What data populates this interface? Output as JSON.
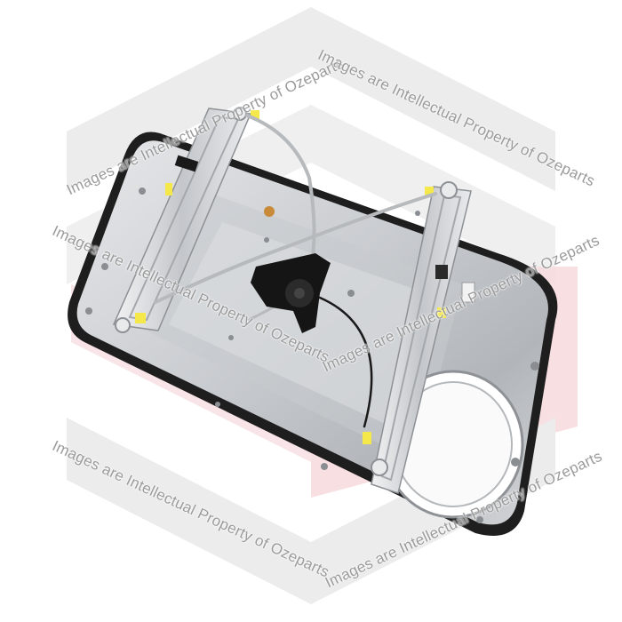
{
  "image": {
    "subject": "window-regulator-door-panel",
    "colors": {
      "background": "#ffffff",
      "logo_gray": "#ececec",
      "logo_red": "#f7d9dd",
      "metal_light": "#d7d9db",
      "metal_dark": "#9ea2a6",
      "seal": "#1e1e1e",
      "motor": "#151515",
      "clip_yellow": "#f4e84a"
    }
  },
  "watermarks": [
    "Images are Intellectual Property of Ozeparts",
    "Images are Intellectual Property of Ozeparts",
    "Images are Intellectual Property of Ozeparts",
    "Images are Intellectual Property of Ozeparts",
    "Images are Intellectual Property of Ozeparts",
    "Images are Intellectual Property of Ozeparts"
  ]
}
